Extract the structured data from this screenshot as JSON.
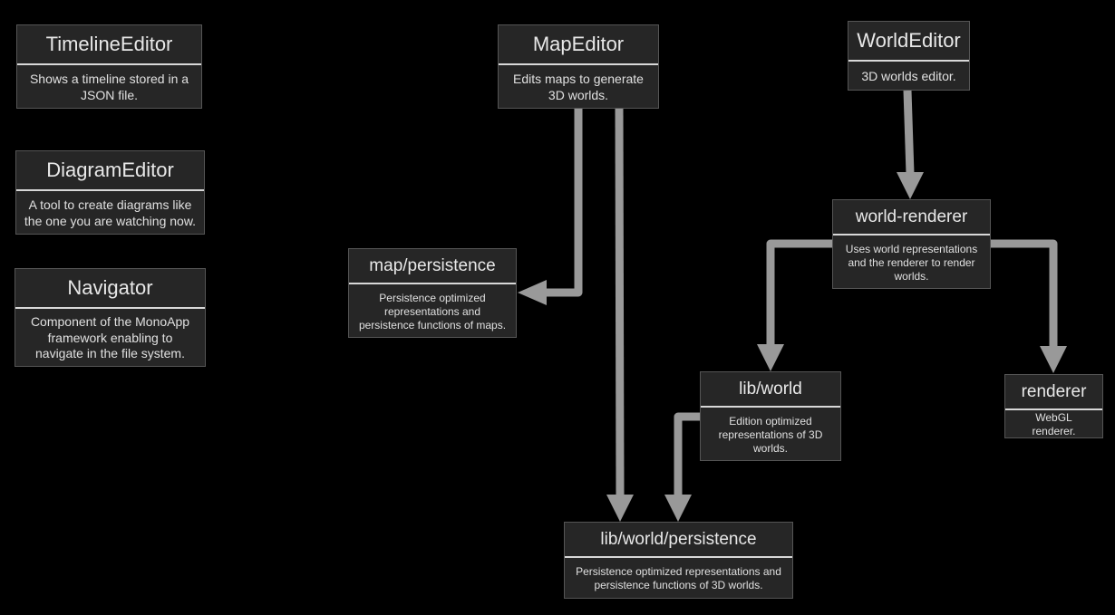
{
  "diagram": {
    "background": "#000000",
    "node_fill": "#262626",
    "arrow_color": "#999999",
    "nodes": {
      "timeline_editor": {
        "title": "TimelineEditor",
        "description": "Shows a timeline stored in a JSON file."
      },
      "diagram_editor": {
        "title": "DiagramEditor",
        "description": "A tool to create diagrams like the one you are watching now."
      },
      "navigator": {
        "title": "Navigator",
        "description": "Component of the MonoApp framework enabling to navigate in the file system."
      },
      "map_editor": {
        "title": "MapEditor",
        "description": "Edits maps to generate 3D worlds."
      },
      "world_editor": {
        "title": "WorldEditor",
        "description": "3D worlds editor."
      },
      "map_persistence": {
        "title": "map/persistence",
        "description": "Persistence optimized representations and persistence functions of maps."
      },
      "world_renderer": {
        "title": "world-renderer",
        "description": "Uses world representations and the renderer to render worlds."
      },
      "lib_world": {
        "title": "lib/world",
        "description": "Edition optimized representations of 3D worlds."
      },
      "renderer": {
        "title": "renderer",
        "description": "WebGL renderer."
      },
      "lib_world_persistence": {
        "title": "lib/world/persistence",
        "description": "Persistence optimized representations and persistence functions of 3D worlds."
      }
    },
    "edges": [
      {
        "from": "MapEditor",
        "to": "map/persistence"
      },
      {
        "from": "MapEditor",
        "to": "lib/world/persistence"
      },
      {
        "from": "WorldEditor",
        "to": "world-renderer"
      },
      {
        "from": "world-renderer",
        "to": "lib/world"
      },
      {
        "from": "world-renderer",
        "to": "renderer"
      },
      {
        "from": "lib/world",
        "to": "lib/world/persistence"
      }
    ]
  }
}
